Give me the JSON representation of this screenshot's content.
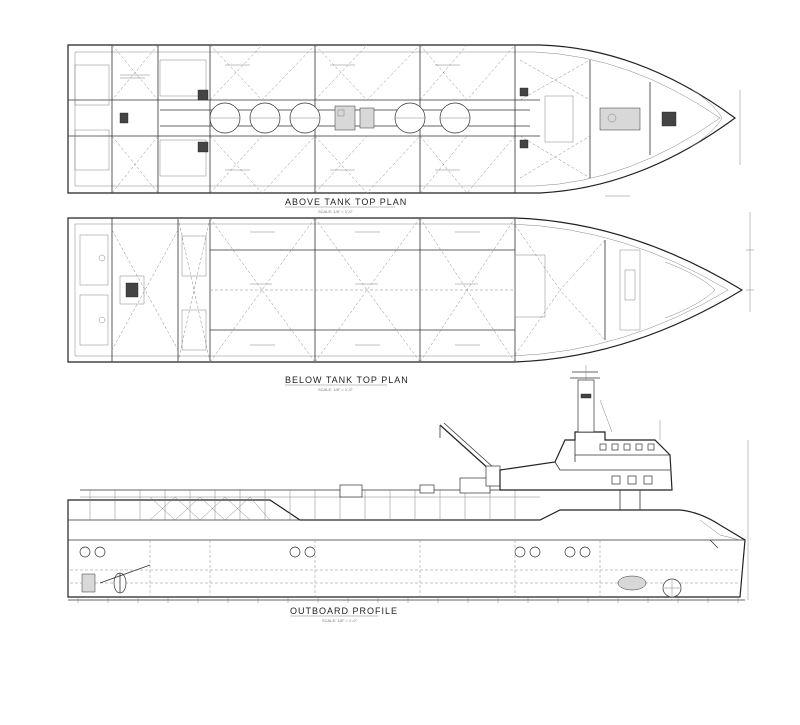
{
  "drawing": {
    "views": [
      {
        "title": "ABOVE TANK TOP PLAN",
        "scale": "SCALE: 1/8\" = 1'-0\""
      },
      {
        "title": "BELOW TANK TOP PLAN",
        "scale": "SCALE: 1/8\" = 1'-0\""
      },
      {
        "title": "OUTBOARD PROFILE",
        "scale": "SCALE: 1/8\" = 1'-0\""
      }
    ]
  },
  "colors": {
    "line": "#333333",
    "background": "#ffffff",
    "hatch": "#8a8a8a"
  },
  "icons": [
    "cylindrical-tank-icon",
    "propeller-icon",
    "rudder-icon",
    "crane-icon",
    "mast-icon"
  ]
}
